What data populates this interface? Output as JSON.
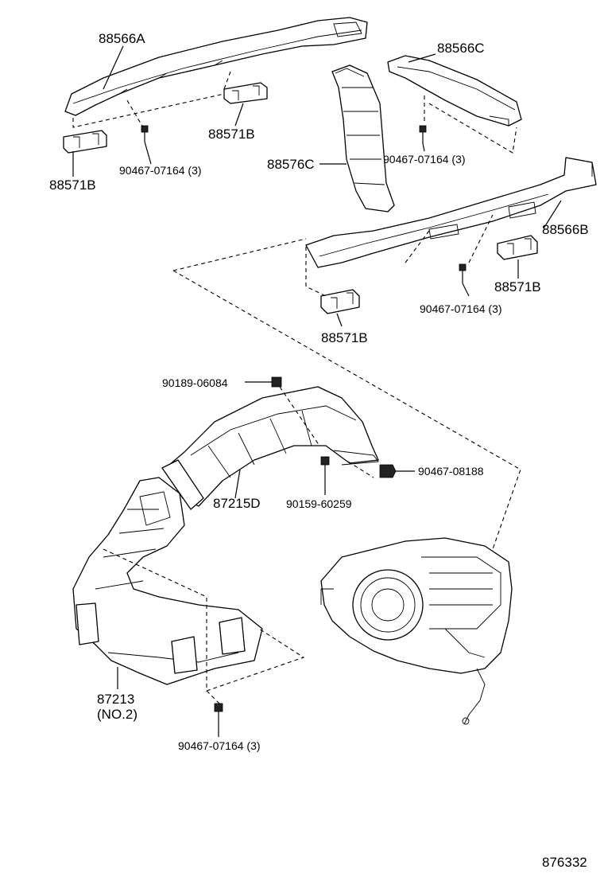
{
  "diagram": {
    "line_color": "#000000",
    "background": "#ffffff",
    "labels": {
      "p88566A": "88566A",
      "p88566C": "88566C",
      "p88571B_top_mid": "88571B",
      "p88571B_top_left": "88571B",
      "p88576C": "88576C",
      "p90467_07164_a": "90467-07164 (3)",
      "p90467_07164_b": "90467-07164 (3)",
      "p88566B": "88566B",
      "p88571B_right": "88571B",
      "p90467_07164_c": "90467-07164 (3)",
      "p88571B_bottom": "88571B",
      "p90189_06084": "90189-06084",
      "p90467_08188": "90467-08188",
      "p87215D": "87215D",
      "p90159_60259": "90159-60259",
      "p87213": "87213",
      "p87213_sub": "(NO.2)",
      "p90467_07164_d": "90467-07164 (3)",
      "figure_number": "876332"
    }
  }
}
